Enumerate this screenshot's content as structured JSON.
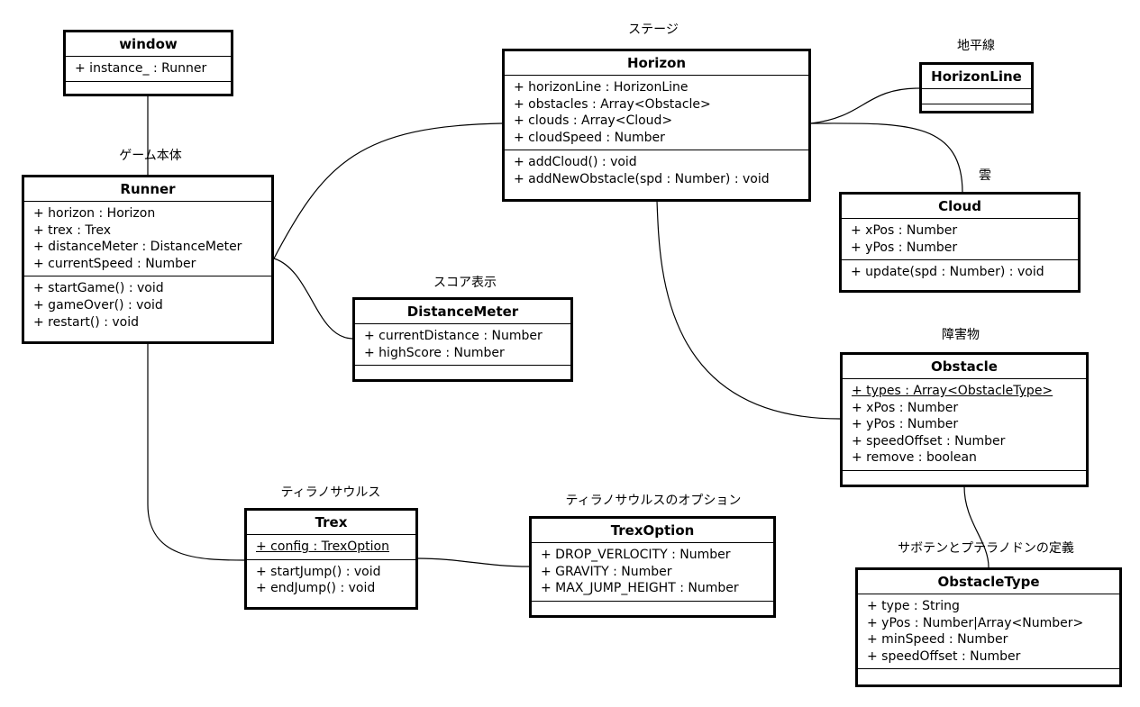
{
  "labels": {
    "runner": "ゲーム本体",
    "horizon": "ステージ",
    "horizonline": "地平線",
    "cloud": "雲",
    "distancemeter": "スコア表示",
    "obstacle": "障害物",
    "trex": "ティラノサウルス",
    "trexoption": "ティラノサウルスのオプション",
    "obstacletype": "サボテンとプテラノドンの定義"
  },
  "classes": {
    "window": {
      "name": "window",
      "attributes": [
        "+ instance_ : Runner"
      ],
      "operations": []
    },
    "runner": {
      "name": "Runner",
      "attributes": [
        "+ horizon : Horizon",
        "+ trex : Trex",
        "+ distanceMeter : DistanceMeter",
        "+ currentSpeed : Number"
      ],
      "operations": [
        "+ startGame() : void",
        "+ gameOver() : void",
        "+ restart() : void"
      ]
    },
    "horizon": {
      "name": "Horizon",
      "attributes": [
        "+ horizonLine : HorizonLine",
        "+ obstacles : Array<Obstacle>",
        "+ clouds : Array<Cloud>",
        "+ cloudSpeed : Number"
      ],
      "operations": [
        "+ addCloud() : void",
        "+ addNewObstacle(spd : Number) : void"
      ]
    },
    "horizonline": {
      "name": "HorizonLine",
      "attributes": [],
      "operations": []
    },
    "cloud": {
      "name": "Cloud",
      "attributes": [
        "+ xPos : Number",
        "+ yPos : Number"
      ],
      "operations": [
        "+ update(spd : Number) : void"
      ]
    },
    "distancemeter": {
      "name": "DistanceMeter",
      "attributes": [
        "+ currentDistance : Number",
        "+ highScore : Number"
      ],
      "operations": []
    },
    "obstacle": {
      "name": "Obstacle",
      "attributes": [
        "+ types : Array<ObstacleType>",
        "+ xPos : Number",
        "+ yPos : Number",
        "+ speedOffset : Number",
        "+ remove : boolean"
      ],
      "operations": []
    },
    "trex": {
      "name": "Trex",
      "attributes": [
        "+ config : TrexOption"
      ],
      "operations": [
        "+ startJump() : void",
        "+ endJump() : void"
      ]
    },
    "trexoption": {
      "name": "TrexOption",
      "attributes": [
        "+ DROP_VERLOCITY : Number",
        "+ GRAVITY : Number",
        "+ MAX_JUMP_HEIGHT : Number"
      ],
      "operations": []
    },
    "obstacletype": {
      "name": "ObstacleType",
      "attributes": [
        "+ type : String",
        "+ yPos : Number|Array<Number>",
        "+ minSpeed : Number",
        "+ speedOffset : Number"
      ],
      "operations": []
    }
  }
}
